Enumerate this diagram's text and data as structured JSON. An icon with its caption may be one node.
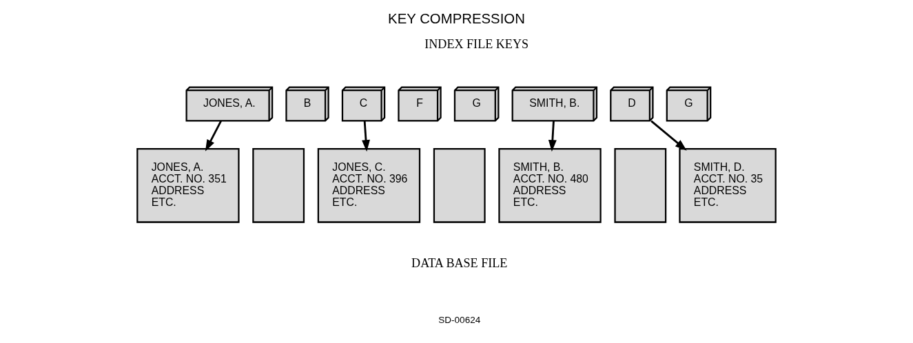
{
  "diagram": {
    "title": "KEY COMPRESSION",
    "nodes": [
      {
        "text": [
          "JONES, A."
        ]
      },
      {
        "text": [
          "B"
        ]
      },
      {
        "text": [
          "C"
        ]
      },
      {
        "text": [
          "F"
        ]
      },
      {
        "text": [
          "G"
        ]
      },
      {
        "text": [
          "SMITH, B."
        ]
      },
      {
        "text": [
          "D"
        ]
      },
      {
        "text": [
          "G"
        ]
      },
      {
        "text": [
          "JONES, A.",
          "ACCT. NO. 351",
          "ADDRESS",
          "ETC."
        ]
      },
      {
        "text": [],
        "shape": "box"
      },
      {
        "text": [
          "JONES, C.",
          "ACCT. NO. 396",
          "ADDRESS",
          "ETC."
        ]
      },
      {
        "text": [],
        "shape": "box"
      },
      {
        "text": [
          "SMITH, B.",
          "ACCT. NO. 480",
          "ADDRESS",
          "ETC."
        ]
      },
      {
        "text": [],
        "shape": "box"
      },
      {
        "text": [
          "SMITH, D.",
          "ACCT. NO. 35",
          "ADDRESS",
          "ETC."
        ]
      }
    ],
    "edges": [
      {
        "from": 0,
        "to": 8,
        "arrow": "to"
      },
      {
        "from": 2,
        "to": 10,
        "arrow": "to"
      },
      {
        "from": 5,
        "to": 12,
        "arrow": "to"
      },
      {
        "from": 6,
        "to": 14,
        "arrow": "to"
      }
    ],
    "labels": [
      "INDEX FILE KEYS",
      "DATA BASE FILE",
      "SD-00624"
    ]
  }
}
